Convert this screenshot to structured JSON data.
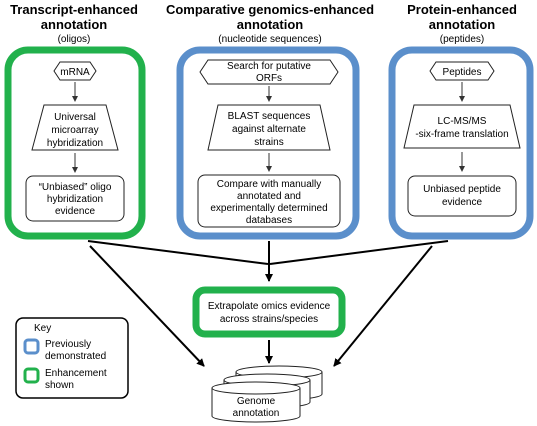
{
  "colors": {
    "green": "#22b14c",
    "blue": "#5b8fcb"
  },
  "columns": [
    {
      "title_line1": "Transcript-enhanced",
      "title_line2": "annotation",
      "subtitle": "(oligos)",
      "steps": [
        [
          "mRNA"
        ],
        [
          "Universal",
          "microarray",
          "hybridization"
        ],
        [
          "“Unbiased” oligo",
          "hybridization",
          "evidence"
        ]
      ]
    },
    {
      "title_line1": "Comparative genomics-enhanced",
      "title_line2": "annotation",
      "subtitle": "(nucleotide sequences)",
      "steps": [
        [
          "Search for putative",
          "ORFs"
        ],
        [
          "BLAST sequences",
          "against alternate",
          "strains"
        ],
        [
          "Compare with manually",
          "annotated and",
          "experimentally determined",
          "databases"
        ]
      ]
    },
    {
      "title_line1": "Protein-enhanced",
      "title_line2": "annotation",
      "subtitle": "(peptides)",
      "steps": [
        [
          "Peptides"
        ],
        [
          "LC-MS/MS",
          "-six-frame translation"
        ],
        [
          "Unbiased peptide",
          "evidence"
        ]
      ]
    }
  ],
  "extrapolate": [
    "Extrapolate omics evidence",
    "across strains/species"
  ],
  "genome": [
    "Genome",
    "annotation"
  ],
  "key": {
    "title": "Key",
    "items": [
      {
        "lines": [
          "Previously",
          "demonstrated"
        ],
        "color": "blue"
      },
      {
        "lines": [
          "Enhancement",
          "shown"
        ],
        "color": "green"
      }
    ]
  }
}
